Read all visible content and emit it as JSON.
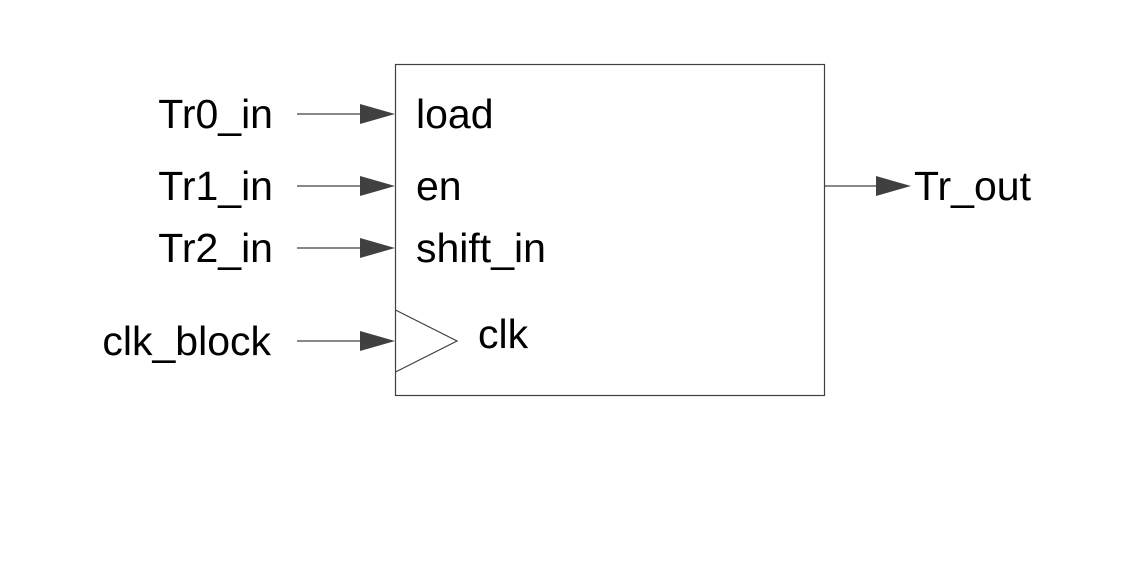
{
  "block": {
    "input_ports": [
      {
        "external_label": "Tr0_in",
        "port_label": "load"
      },
      {
        "external_label": "Tr1_in",
        "port_label": "en"
      },
      {
        "external_label": "Tr2_in",
        "port_label": "shift_in"
      }
    ],
    "clock_port": {
      "external_label": "clk_block",
      "port_label": "clk"
    },
    "output_port": {
      "external_label": "Tr_out"
    }
  }
}
